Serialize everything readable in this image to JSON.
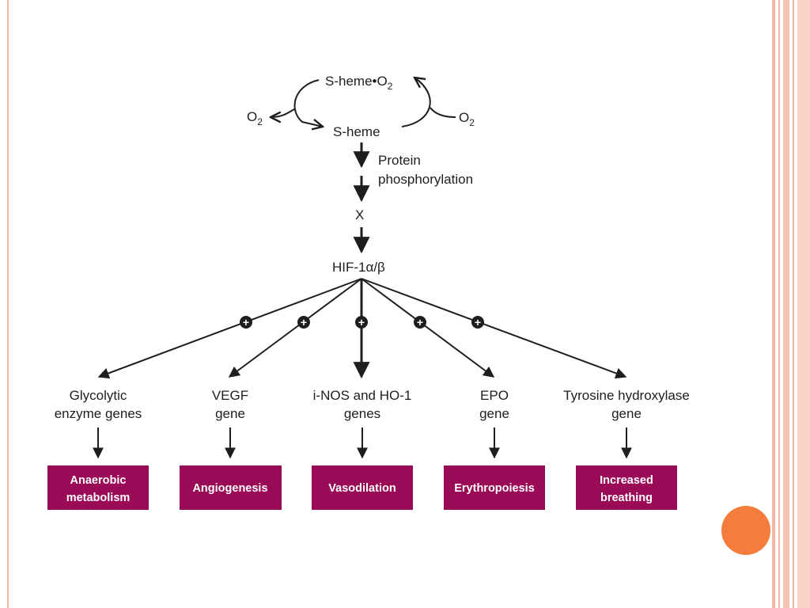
{
  "diagram": {
    "cycle": {
      "top": "S-heme•O",
      "top_sub": "2",
      "bottom": "S-heme",
      "left_o2": "O",
      "left_o2_sub": "2",
      "right_o2": "O",
      "right_o2_sub": "2"
    },
    "step_label_line1": "Protein",
    "step_label_line2": "phosphorylation",
    "x_node": "X",
    "hif": "HIF-1α/β",
    "targets": [
      {
        "line1": "Glycolytic",
        "line2": "enzyme genes",
        "outcome1": "Anaerobic",
        "outcome2": "metabolism"
      },
      {
        "line1": "VEGF",
        "line2": "gene",
        "outcome1": "Angiogenesis",
        "outcome2": ""
      },
      {
        "line1": "i-NOS and HO-1",
        "line2": "genes",
        "outcome1": "Vasodilation",
        "outcome2": ""
      },
      {
        "line1": "EPO",
        "line2": "gene",
        "outcome1": "Erythropoiesis",
        "outcome2": ""
      },
      {
        "line1": "Tyrosine hydroxylase",
        "line2": "gene",
        "outcome1": "Increased",
        "outcome2": "breathing"
      }
    ],
    "plus_sign": "+"
  },
  "colors": {
    "outcome_box": "#9a0a56",
    "frame_stripe": "#f4b6a4",
    "accent_dot": "#f47c3c"
  }
}
